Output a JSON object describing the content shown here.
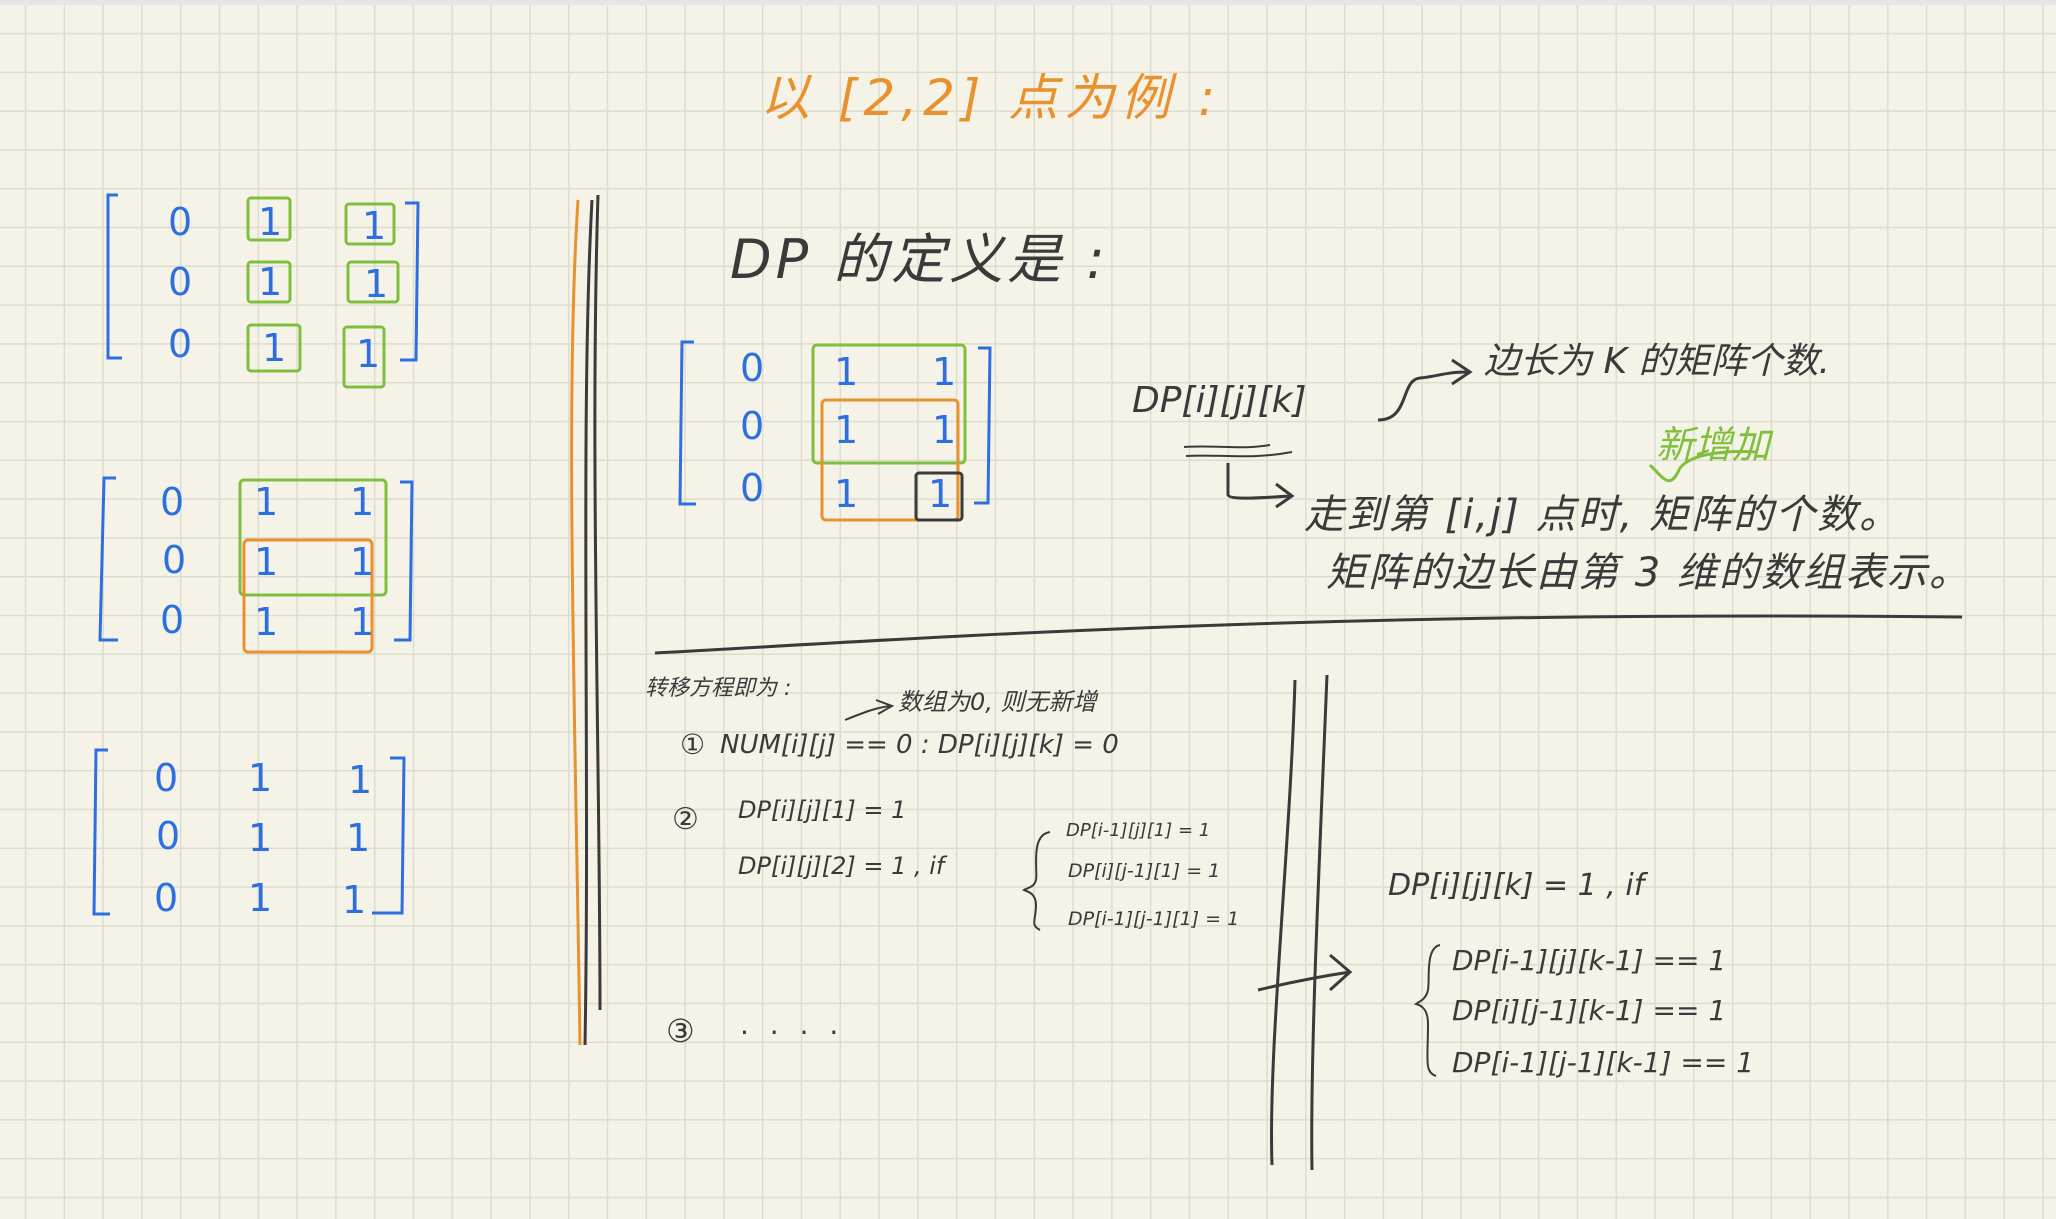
{
  "title": "以 [2,2] 点为例 :",
  "matrix_a": {
    "rows": [
      [
        "0",
        "1",
        "1"
      ],
      [
        "0",
        "1",
        "1"
      ],
      [
        "0",
        "1",
        "1"
      ]
    ]
  },
  "matrix_b": {
    "rows": [
      [
        "0",
        "1",
        "1"
      ],
      [
        "0",
        "1",
        "1"
      ],
      [
        "0",
        "1",
        "1"
      ]
    ]
  },
  "matrix_c": {
    "rows": [
      [
        "0",
        "1",
        "1"
      ],
      [
        "0",
        "1",
        "1"
      ],
      [
        "0",
        "1",
        "1"
      ]
    ]
  },
  "definition": {
    "heading": "DP 的定义是 :",
    "matrix_rows": [
      [
        "0",
        "1",
        "1"
      ],
      [
        "0",
        "1",
        "1"
      ],
      [
        "0",
        "1",
        "1"
      ]
    ],
    "formula": "DP[i][j][k]",
    "arrow_note": "边长为 K 的矩阵个数.",
    "added_note": "新增加",
    "line1": "走到第 [i,j] 点时, 矩阵的个数。",
    "line2": "矩阵的边长由第 3 维的数组表示。"
  },
  "transition": {
    "heading": "转移方程即为 :",
    "side_note": "数组为0, 则无新增",
    "step1_num": "①",
    "step1": "NUM[i][j] == 0 :  DP[i][j][k] = 0",
    "step2_num": "②",
    "step2_a": "DP[i][j][1] = 1",
    "step2_b": "DP[i][j][2] = 1 ,  if",
    "step2_conds": [
      "DP[i-1][j][1] = 1",
      "DP[i][j-1][1] = 1",
      "DP[i-1][j-1][1] = 1"
    ],
    "step3_num": "③",
    "step3": ". . . .",
    "general": "DP[i][j][k] = 1 ,  if",
    "general_conds": [
      "DP[i-1][j][k-1] == 1",
      "DP[i][j-1][k-1] == 1",
      "DP[i-1][j-1][k-1] == 1"
    ]
  },
  "colors": {
    "orange": "#e8912d",
    "blue": "#2e6fe0",
    "green": "#7fbf3d",
    "ink": "#3a3a3a"
  }
}
